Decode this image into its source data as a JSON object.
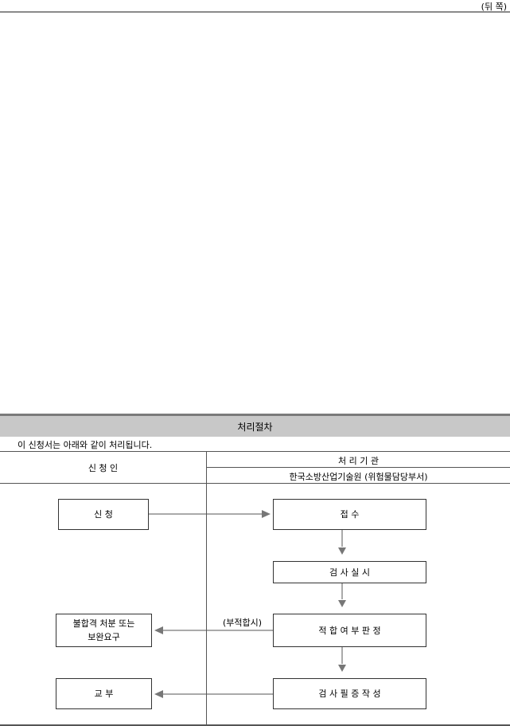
{
  "page_side": "(뒤 쪽)",
  "section": {
    "title": "처리절차",
    "intro": "이 신청서는 아래와 같이 처리됩니다.",
    "columns": {
      "applicant": "신 청 인",
      "agency": "처 리 기 관",
      "agency_sub": "한국소방산업기술원 (위험물담당부서)"
    },
    "flow": {
      "apply": "신 청",
      "receive": "접 수",
      "inspect": "검 사 실 시",
      "judge": "적 합 여 부 판 정",
      "reject": "불합격 처분 또는\n보완요구",
      "on_fail": "(부적합시)",
      "issue_cert": "검 사 필 증 작 성",
      "deliver": "교 부"
    }
  }
}
